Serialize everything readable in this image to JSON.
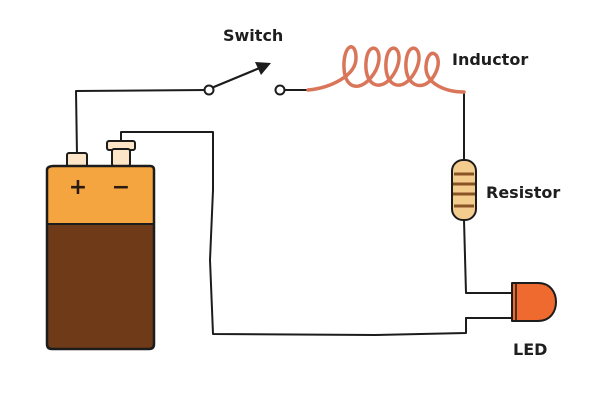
{
  "labels": {
    "switch": "Switch",
    "inductor": "Inductor",
    "resistor": "Resistor",
    "led": "LED"
  },
  "battery": {
    "plus": "+",
    "minus": "−"
  },
  "colors": {
    "wire": "#1c1c1c",
    "battery_top": "#f4a540",
    "battery_body": "#6e3a17",
    "battery_terminal": "#fde6c8",
    "inductor": "#d9765a",
    "resistor_body": "#f3cc8e",
    "resistor_band": "#8a5326",
    "led": "#ef6a2e"
  }
}
